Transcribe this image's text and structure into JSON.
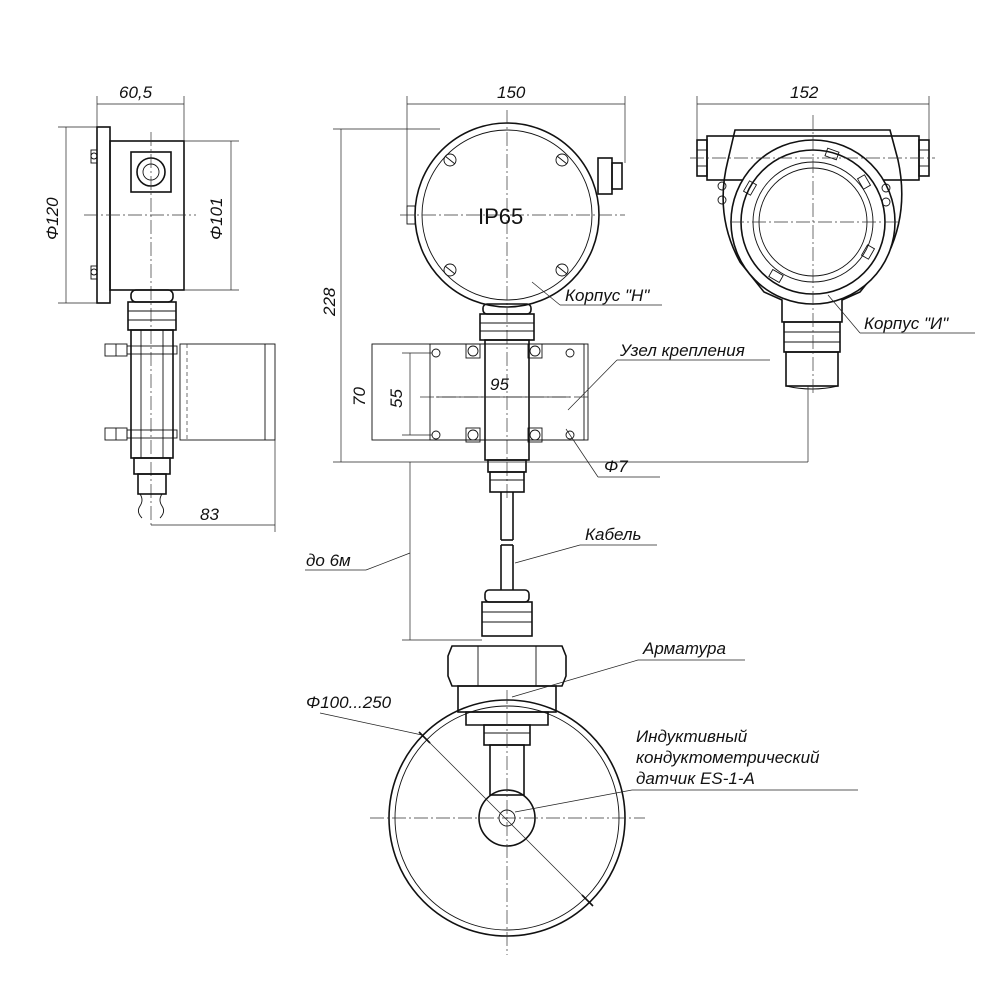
{
  "dimensions": {
    "side_width": "60,5",
    "side_diam_flange": "Φ120",
    "side_diam_body": "Φ101",
    "side_bracket": "83",
    "front_width": "150",
    "front_height": "228",
    "mount_height": "70",
    "mount_inner_height": "55",
    "mount_hole_spacing": "95",
    "mount_hole_diam": "Φ7",
    "cable_length": "до 6м",
    "pipe_diam": "Φ100...250",
    "right_width": "152"
  },
  "labels": {
    "protection": "IP65",
    "housing_h": "Корпус \"Н\"",
    "housing_i": "Корпус \"И\"",
    "mount_unit": "Узел крепления",
    "cable": "Кабель",
    "fitting": "Арматура",
    "sensor_line1": "Индуктивный",
    "sensor_line2": "кондуктометрический",
    "sensor_line3": "датчик ES-1-A"
  }
}
